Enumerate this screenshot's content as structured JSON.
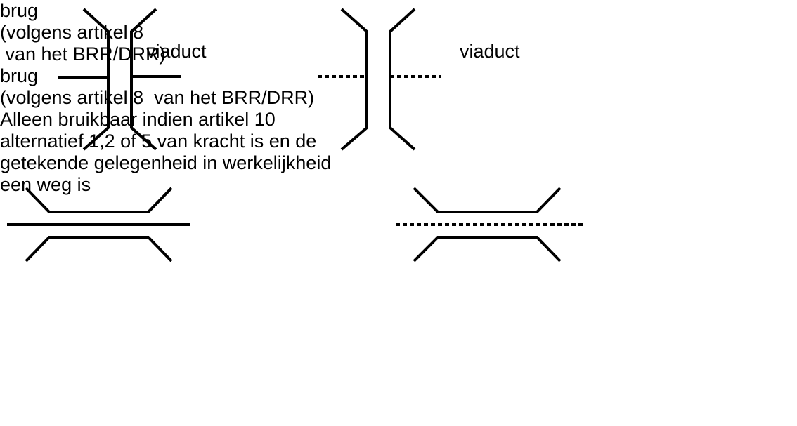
{
  "colors": {
    "ink": "#000000",
    "background": "#ffffff"
  },
  "symbols": [
    {
      "id": "viaduct-solid",
      "kind": "viaduct",
      "crossing_line": "solid"
    },
    {
      "id": "viaduct-dotted",
      "kind": "viaduct",
      "crossing_line": "dotted"
    },
    {
      "id": "bridge-solid",
      "kind": "bridge",
      "crossing_line": "solid"
    },
    {
      "id": "bridge-dotted",
      "kind": "bridge",
      "crossing_line": "dotted"
    }
  ],
  "labels": {
    "viaduct_left": "viaduct",
    "viaduct_right": "viaduct"
  },
  "bridge_left_lines": [
    "brug",
    "(volgens artikel 8",
    " van het BRR/DRR)"
  ],
  "bridge_right_lines": [
    "brug",
    "(volgens artikel 8  van het BRR/DRR)",
    "Alleen bruikbaar indien artikel 10",
    "alternatief 1,2 of 5 van kracht is en de",
    "getekende gelegenheid in werkelijkheid",
    "een weg is"
  ]
}
